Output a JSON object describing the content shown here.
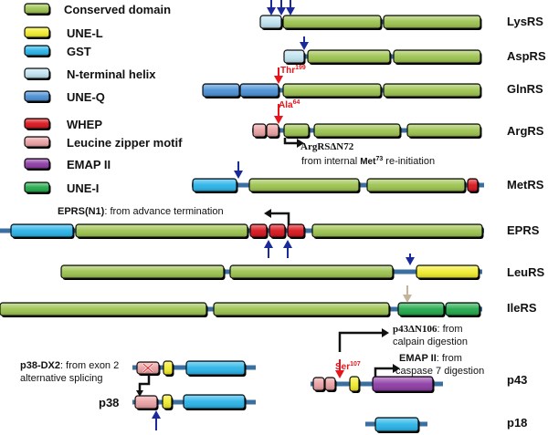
{
  "colors": {
    "conserved": "#9dc34f",
    "une_l": "#f1ec2c",
    "gst": "#29b3e8",
    "nhelix": "#bfe3ef",
    "une_q": "#4a8fd4",
    "whep": "#d8141c",
    "lzip": "#e9a0a2",
    "emap": "#8e3ca6",
    "une_i": "#22a84a",
    "linker": "#3b6fa0",
    "arrow_blue": "#1a2a9a",
    "arrow_red": "#e8141c",
    "arrow_tan": "#c4b49a"
  },
  "legend": [
    {
      "key": "conserved",
      "label": "Conserved domain"
    },
    {
      "key": "une_l",
      "label": "UNE-L"
    },
    {
      "key": "gst",
      "label": "GST"
    },
    {
      "key": "nhelix",
      "label": "N-terminal helix"
    },
    {
      "key": "une_q",
      "label": "UNE-Q"
    },
    {
      "key": "whep",
      "label": "WHEP"
    },
    {
      "key": "lzip",
      "label": "Leucine zipper motif"
    },
    {
      "key": "emap",
      "label": "EMAP II"
    },
    {
      "key": "une_i",
      "label": "UNE-I"
    }
  ],
  "proteins": [
    {
      "name": "LysRS"
    },
    {
      "name": "AspRS"
    },
    {
      "name": "GlnRS"
    },
    {
      "name": "ArgRS"
    },
    {
      "name": "MetRS"
    },
    {
      "name": "EPRS"
    },
    {
      "name": "LeuRS"
    },
    {
      "name": "IleRS"
    },
    {
      "name": "p43"
    },
    {
      "name": "p18"
    },
    {
      "name": "p38"
    }
  ],
  "annotations": {
    "thr": {
      "res": "Thr",
      "sup": "199"
    },
    "ala": {
      "res": "Ala",
      "sup": "64"
    },
    "ser": {
      "res": "Ser",
      "sup": "107"
    },
    "argrs_variant": "ArgRSΔN72",
    "argrs_note_pre": "from internal ",
    "argrs_met": "Met",
    "argrs_met_sup": "73",
    "argrs_note_post": " re-initiation",
    "eprs_bold": "EPRS(N1)",
    "eprs_note": ": from  advance termination",
    "p43_variant": "p43ΔN106",
    "p43_note1": ": from",
    "p43_note2": "calpain digestion",
    "emap_bold": "EMAP II",
    "emap_note1": ": from",
    "emap_note2": "caspase 7 digestion",
    "p38dx2_bold": "p38-DX2",
    "p38dx2_note1": ": from exon 2",
    "p38dx2_note2": "alternative splicing"
  }
}
